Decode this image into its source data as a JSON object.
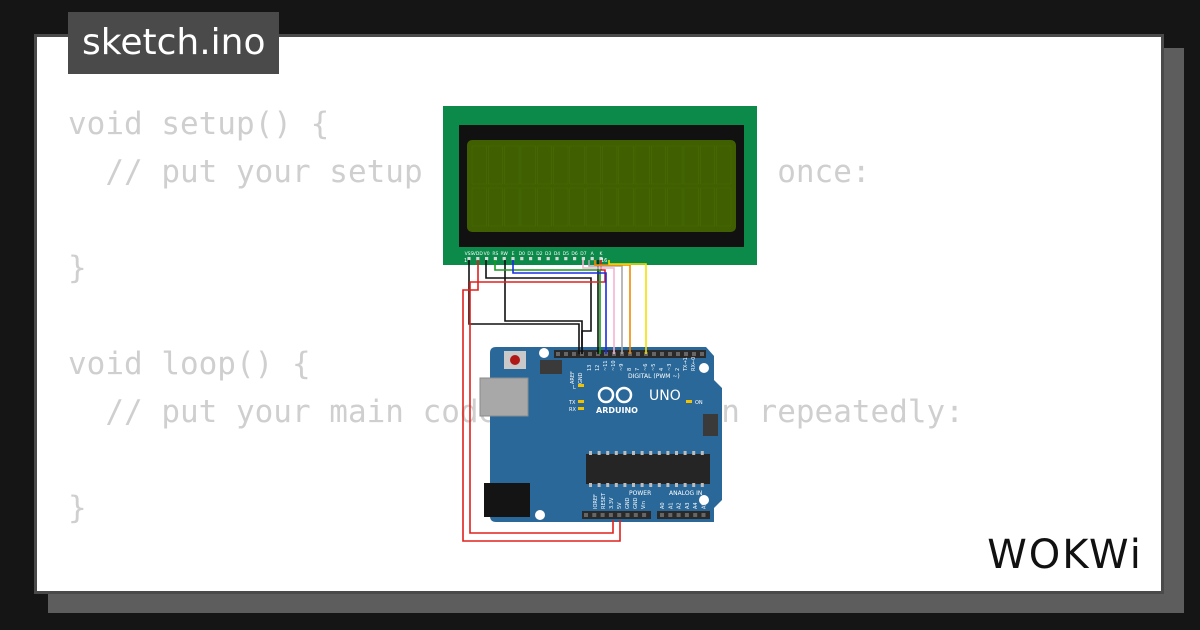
{
  "tab": {
    "filename": "sketch.ino"
  },
  "code": {
    "lines": [
      "void setup() {",
      "  // put your setup code here, to run once:",
      "",
      "}",
      "",
      "void loop() {",
      "  // put your main code here, to run repeatedly:",
      "",
      "}"
    ]
  },
  "lcd": {
    "pin_labels": [
      "VSS",
      "VDD",
      "V0",
      "RS",
      "RW",
      "E",
      "D0",
      "D1",
      "D2",
      "D3",
      "D4",
      "D5",
      "D6",
      "D7",
      "A",
      "K"
    ],
    "pin_first": "1",
    "pin_last": "16",
    "colors": {
      "board": "#0b8a4a",
      "bezel": "#111111",
      "screen": "#3f5f00"
    }
  },
  "arduino": {
    "brand": "ARDUINO",
    "model": "UNO",
    "digital_header": "DIGITAL (PWM ~)",
    "analog_header": "ANALOG IN",
    "power_header": "POWER",
    "aref": "AREF",
    "gnd": "GND",
    "digital_pins": [
      "13",
      "12",
      "~11",
      "~10",
      "~9",
      "8",
      "7",
      "~6",
      "~5",
      "4",
      "~3",
      "2",
      "TX→1",
      "RX←0"
    ],
    "power_pins": [
      "IOREF",
      "RESET",
      "3.3V",
      "5V",
      "GND",
      "GND",
      "Vin"
    ],
    "analog_pins": [
      "A0",
      "A1",
      "A2",
      "A3",
      "A4",
      "A5"
    ],
    "led_l": "L",
    "led_tx": "TX",
    "led_rx": "RX",
    "led_on": "ON",
    "colors": {
      "board": "#2a6899",
      "chip": "#252525"
    }
  },
  "wires": {
    "colors": {
      "red": "#e0201c",
      "black": "#111111",
      "green": "#1a9a22",
      "blue": "#1a2ee0",
      "pink": "#f4b4d4",
      "gray": "#a8a8a8",
      "orange": "#f08a00",
      "yellow": "#f2e200"
    }
  },
  "logo": {
    "text": "WOKWi"
  }
}
